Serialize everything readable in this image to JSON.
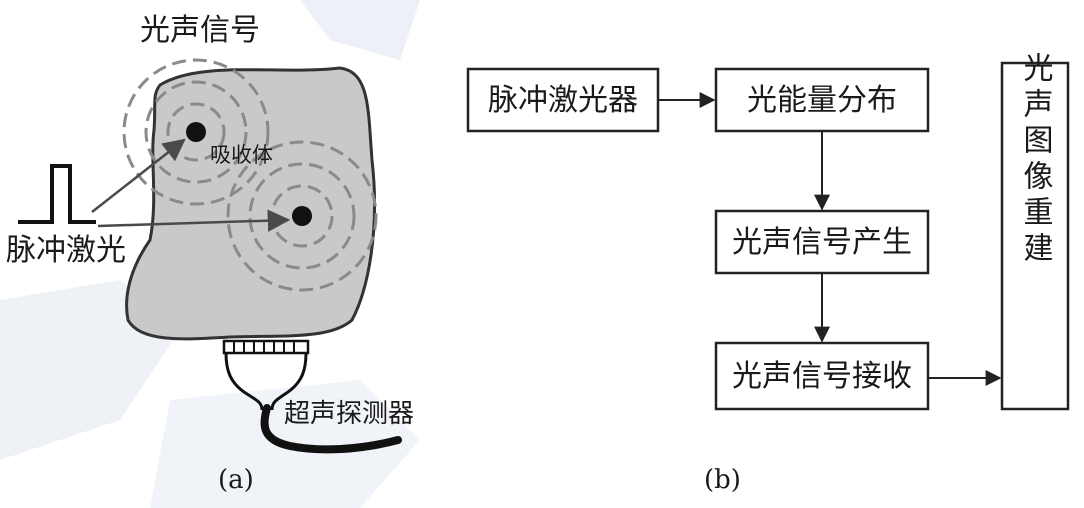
{
  "panel_a": {
    "title": "光声信号",
    "absorber_label": "吸收体",
    "laser_label": "脉冲激光",
    "detector_label": "超声探测器",
    "caption": "(a)"
  },
  "panel_b": {
    "boxes": {
      "laser": "脉冲激光器",
      "energy": "光能量分布",
      "generation": "光声信号产生",
      "reception": "光声信号接收",
      "reconstruction": "光声图像重建"
    },
    "caption": "(b)"
  },
  "colors": {
    "tissue_fill": "#c9c9c9",
    "tissue_stroke": "#333333",
    "wave_stroke": "#8a8a8a",
    "arrow_stroke": "#4a4a4a",
    "box_stroke": "#222222",
    "background_shade": "#e9eef5"
  }
}
